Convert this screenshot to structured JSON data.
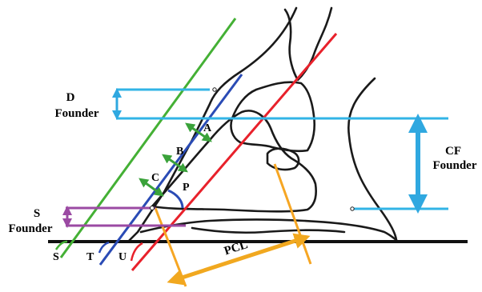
{
  "labels": {
    "d_letter": "D",
    "d_founder": "Founder",
    "cf_letter": "CF",
    "cf_founder": "Founder",
    "s_letter": "S",
    "s_founder": "Founder",
    "a": "A",
    "b": "B",
    "c": "C",
    "p": "P",
    "s_angle": "S",
    "t_angle": "T",
    "u_angle": "U",
    "pcl": "PCL"
  },
  "colors": {
    "outline": "#1a1a1a",
    "ground": "#111111",
    "green_line": "#44b035",
    "blue_line": "#2a4bb5",
    "red_line": "#e8212b",
    "orange_line": "#f6a623",
    "cyan_line": "#32b4e6",
    "magenta_line": "#9b4aa3",
    "green_arrow": "#3aa23a",
    "cyan_arrow": "#2fa8e0",
    "magenta_arrow": "#9b4aa3",
    "orange_arrow": "#f1a81f"
  }
}
